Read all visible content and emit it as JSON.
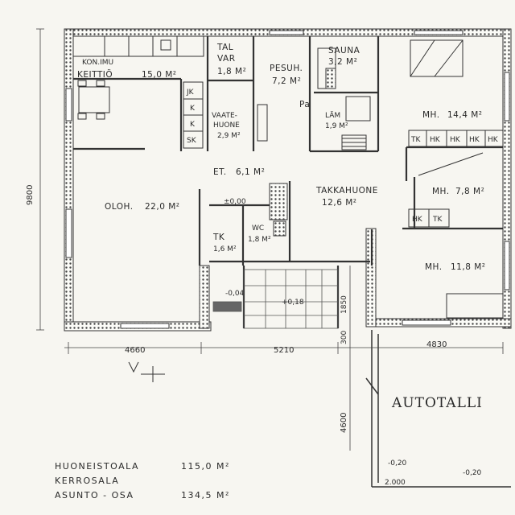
{
  "rooms": {
    "keittio_name": "KEITTIÖ",
    "keittio_area": "15,0 M²",
    "talvar_name1": "TAL",
    "talvar_name2": "VAR",
    "talvar_area": "1,8 M²",
    "pesuh_name": "PESUH.",
    "pesuh_area": "7,2 M²",
    "sauna_name": "SAUNA",
    "sauna_area": "3,2 M²",
    "mh1_name": "MH.",
    "mh1_area": "14,4 M²",
    "vaatehuone_name1": "VAATE-",
    "vaatehuone_name2": "HUONE",
    "vaatehuone_area": "2,9 M²",
    "pa": "Pa",
    "lam_name": "LÄM",
    "lam_area": "1,9 M²",
    "et_name": "ET.",
    "et_area": "6,1 M²",
    "olo_name": "OLOH.",
    "olo_area": "22,0 M²",
    "takka_name": "TAKKAHUONE",
    "takka_area": "12,6 M²",
    "mh2_name": "MH.",
    "mh2_area": "7,8 M²",
    "tk_name": "TK",
    "tk_area": "1,6 M²",
    "wc_name": "WC",
    "wc_area": "1,8 M²",
    "mh3_name": "MH.",
    "mh3_area": "11,8 M²",
    "autotalli": "AUTOTALLI"
  },
  "fixtures": {
    "kon_imu": "KON.IMU",
    "jk": "JK",
    "k1": "K",
    "k2": "K",
    "sk": "SK",
    "tk1": "TK",
    "hk1": "HK",
    "hk2": "HK",
    "hk3": "HK",
    "hk4": "HK",
    "tk2": "TK"
  },
  "levels": {
    "entry": "±0,00",
    "terrace_a": "-0,04",
    "terrace_b": "+0,18",
    "garage_a": "-0,20",
    "garage_b": "-0,20"
  },
  "dimensions": {
    "height": "9800",
    "w1": "4660",
    "w2": "5210",
    "w3": "4830",
    "v1": "1850",
    "v2": "300",
    "v3": "4600",
    "door": "2.000"
  },
  "summary": {
    "line1_label": "HUONEISTOALA",
    "line1_value": "115,0 M²",
    "line2_label": "KERROSALA",
    "line3_label": "ASUNTO - OSA",
    "line3_value": "134,5 M²"
  }
}
